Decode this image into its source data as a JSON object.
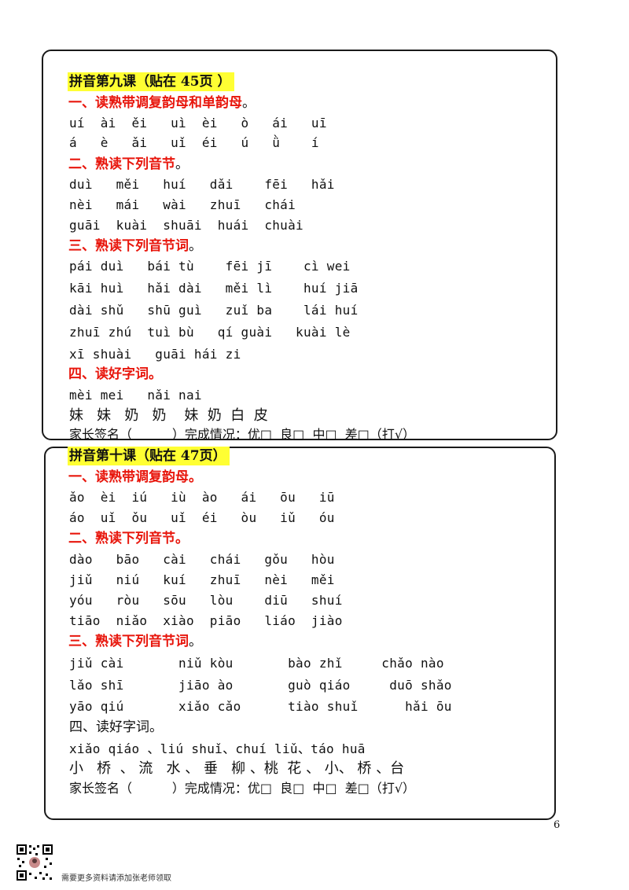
{
  "colors": {
    "highlight": "#ffff33",
    "section_red": "#e8160c",
    "text": "#111111",
    "border": "#1a1a1a"
  },
  "lesson9": {
    "title": "拼音第九课（贴在 45页 ）",
    "s1_title": "一、读熟带调复韵母和单韵母",
    "s1_tail": "。",
    "s1_rows": [
      "uí  ài  ěi   uì  èi   ò   ái   uī",
      "á   è   ǎi   uǐ  éi   ú   ǜ    í"
    ],
    "s2_title": "二、熟读下列音节",
    "s2_tail": "。",
    "s2_rows": [
      "duì   měi   huí   dǎi    fēi   hǎi",
      "nèi   mái   wài   zhuī   chái",
      "guāi  kuài  shuāi  huái  chuài"
    ],
    "s3_title": "三、熟读下列音节词",
    "s3_tail": "。",
    "s3_rows": [
      "pái duì   bái tù    fēi jī    cì wei",
      "kāi huì   hǎi dài   měi lì    huí jiā",
      "dài shǔ   shū guì   zuǐ ba    lái huí",
      "zhuī zhú  tuì bù   qí guài   kuài lè",
      "xī shuài   guāi hái zi"
    ],
    "s4_title": "四、读好字词。",
    "s4_pinyin": "mèi mei   nǎi nai",
    "s4_hanzi": "妹   妹   奶   奶    妹  奶  白  皮",
    "sign": "家长签名（          ）完成情况：优□  良□  中□  差□（打√）"
  },
  "lesson10": {
    "title": "拼音第十课（贴在 47页）",
    "s1_title": "一、读熟带调复韵母。",
    "s1_rows": [
      "ǎo  èi  iú   iù  ào   ái   ōu   iū",
      "áo  uǐ  ǒu   uǐ  éi   òu   iǔ   óu"
    ],
    "s2_title": "二、熟读下列音节。",
    "s2_rows": [
      "dào   bāo   cài   chái   gǒu   hòu",
      "jiǔ   niú   kuí   zhuī   nèi   měi",
      "yóu   ròu   sōu   lòu    diū   shuí",
      "tiāo  niǎo  xiào  piāo   liáo  jiào"
    ],
    "s3_title": "三、熟读下列音节词",
    "s3_tail": "。",
    "s3_rows": [
      "jiǔ cài       niǔ kòu       bào zhǐ     chǎo nào",
      "lǎo shī       jiāo ào       guò qiáo     duō shǎo",
      "yāo qiú       xiǎo cǎo      tiào shuǐ      hǎi ōu"
    ],
    "s4_title": "四、读好字词。",
    "s4_pinyin": "xiǎo qiáo 、liú shuǐ、chuí liǔ、táo huā",
    "s4_hanzi": "小   桥  、 流   水 、 垂   柳 、桃  花 、 小、 桥 、台",
    "sign": "家长签名（          ）完成情况：优□  良□  中□  差□（打√）"
  },
  "page_number": "6",
  "footer_text": "需要更多资料请添加张老师领取",
  "qr_icon": "qr-code-icon"
}
